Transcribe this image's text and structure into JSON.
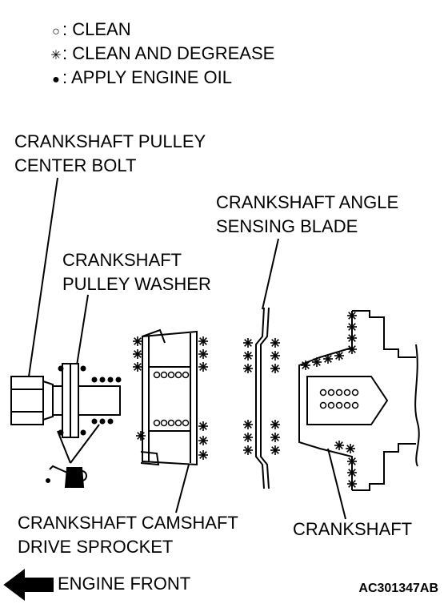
{
  "legend": [
    {
      "symbol": "○",
      "text": ": CLEAN",
      "icon": "hollow-circle"
    },
    {
      "symbol": "✳",
      "text": ": CLEAN AND DEGREASE",
      "icon": "asterisk"
    },
    {
      "symbol": "●",
      "text": ": APPLY ENGINE OIL",
      "icon": "filled-circle"
    }
  ],
  "labels": {
    "bolt_1": "CRANKSHAFT PULLEY",
    "bolt_2": "CENTER BOLT",
    "blade_1": "CRANKSHAFT ANGLE",
    "blade_2": "SENSING BLADE",
    "washer_1": "CRANKSHAFT",
    "washer_2": "PULLEY WASHER",
    "sprocket_1": "CRANKSHAFT CAMSHAFT",
    "sprocket_2": "DRIVE SPROCKET",
    "crankshaft": "CRANKSHAFT",
    "front": "ENGINE FRONT"
  },
  "figure_code": "AC301347AB",
  "colors": {
    "ink": "#000000",
    "paper": "#ffffff"
  }
}
